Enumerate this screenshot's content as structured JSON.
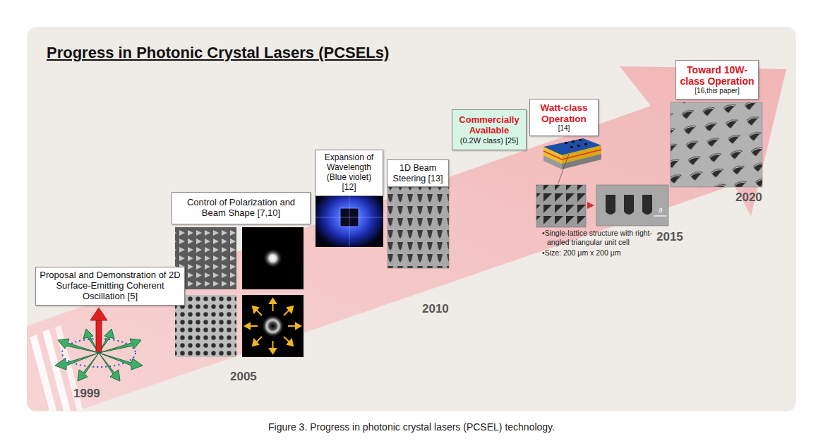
{
  "diagram": {
    "title": "Progress in Photonic Crystal Lasers (PCSELs)",
    "caption": "Figure 3. Progress in photonic crystal lasers (PCSEL) technology.",
    "nodes": [
      {
        "text": [
          "Proposal and Demonstration of 2D Surface-Emitting Coherent Oscillation [5]"
        ]
      },
      {
        "text": [
          "Control of Polarization and Beam Shape [7,10]"
        ]
      },
      {
        "text": [
          "Expansion of Wavelength (Blue violet) [12]"
        ]
      },
      {
        "text": [
          "1D Beam Steering [13]"
        ]
      },
      {
        "text": [
          "Commercially Available",
          "(0.2W class) [25]"
        ]
      },
      {
        "text": [
          "Watt-class Operation",
          "[14]"
        ]
      },
      {
        "text": [
          "Toward 10W-class Operation",
          "[16,this paper]"
        ]
      }
    ],
    "labels": [
      "1999",
      "2005",
      "2010",
      "2015",
      "2020",
      "•Single-lattice structure with right-angled triangular unit cell",
      "•Size: 200 μm x 200 μm",
      "a"
    ]
  }
}
